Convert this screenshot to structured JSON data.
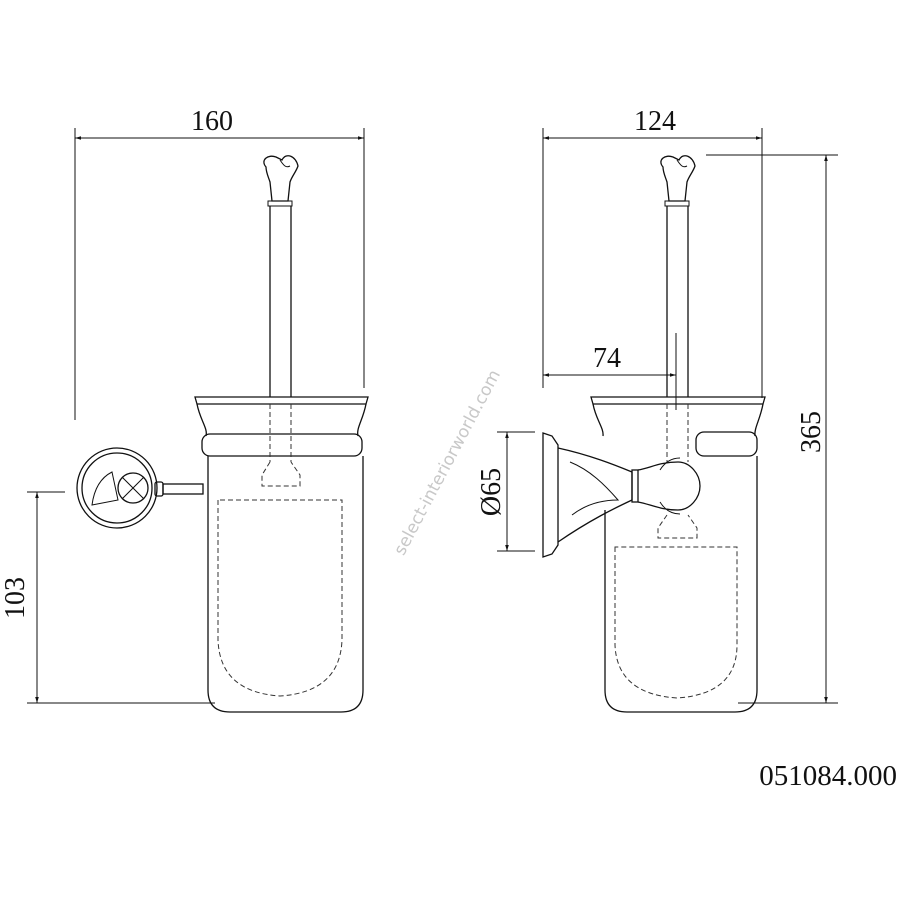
{
  "dimensions": {
    "front_width": "160",
    "side_depth": "124",
    "mount_height": "103",
    "total_height": "365",
    "stick_offset": "74",
    "plate_diameter": "Ø65"
  },
  "watermark": "select-interiorworld.com",
  "product_code": "051084.000"
}
